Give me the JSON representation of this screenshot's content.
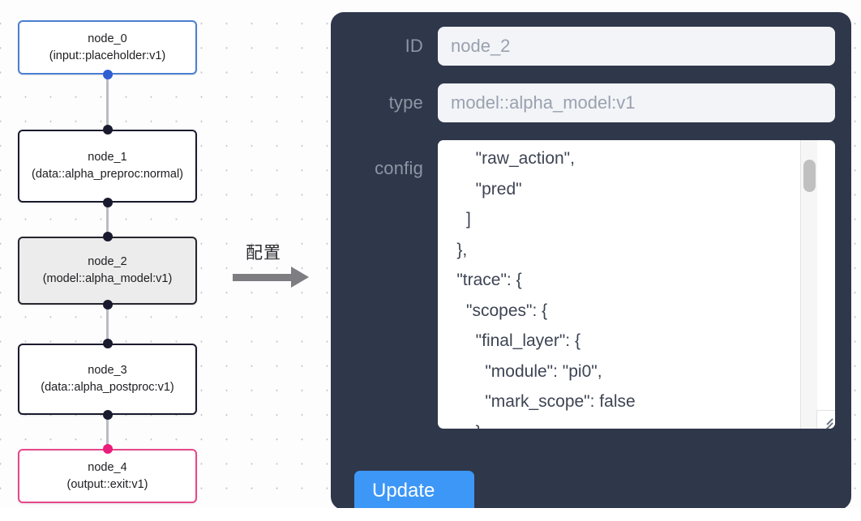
{
  "canvas": {
    "background_color": "#fdfdfe",
    "dot_color": "#c9cbd1"
  },
  "graph": {
    "nodes": [
      {
        "id": "node_0",
        "title": "node_0",
        "subtitle": "(input::placeholder:v1)",
        "kind": "input",
        "border_color": "#4b7fd1",
        "fill_color": "#ffffff",
        "port_color": "#2f5fd0",
        "selected": false
      },
      {
        "id": "node_1",
        "title": "node_1",
        "subtitle": "(data::alpha_preproc:normal)",
        "kind": "data",
        "border_color": "#1a1a2e",
        "fill_color": "#ffffff",
        "port_color": "#1a1a2e",
        "selected": false
      },
      {
        "id": "node_2",
        "title": "node_2",
        "subtitle": "(model::alpha_model:v1)",
        "kind": "model",
        "border_color": "#26262e",
        "fill_color": "#ececec",
        "port_color": "#1a1a2e",
        "selected": true
      },
      {
        "id": "node_3",
        "title": "node_3",
        "subtitle": "(data::alpha_postproc:v1)",
        "kind": "data",
        "border_color": "#1a1a2e",
        "fill_color": "#ffffff",
        "port_color": "#1a1a2e",
        "selected": false
      },
      {
        "id": "node_4",
        "title": "node_4",
        "subtitle": "(output::exit:v1)",
        "kind": "output",
        "border_color": "#e6478b",
        "fill_color": "#ffffff",
        "port_color": "#ec1c7b",
        "selected": false
      }
    ],
    "edges": [
      {
        "from": "node_0",
        "to": "node_1"
      },
      {
        "from": "node_1",
        "to": "node_2"
      },
      {
        "from": "node_2",
        "to": "node_3"
      },
      {
        "from": "node_3",
        "to": "node_4"
      }
    ]
  },
  "annotation": {
    "caption": "配置",
    "arrow_color": "#7d7d82"
  },
  "panel": {
    "background_color": "#2f374b",
    "accent_color": "#3d97f7",
    "fields": {
      "id": {
        "label": "ID",
        "value": "node_2",
        "placeholder": "node_2"
      },
      "type": {
        "label": "type",
        "value": "model::alpha_model:v1",
        "placeholder": "model::alpha_model:v1"
      },
      "config": {
        "label": "config",
        "value": "        \"raw_action\",\n        \"pred\"\n      ]\n    },\n    \"trace\": {\n      \"scopes\": {\n        \"final_layer\": {\n          \"module\": \"pi0\",\n          \"mark_scope\": false\n        },\n        \"action_model\": {"
      }
    },
    "update_button": {
      "label": "Update"
    },
    "scrollbar": {
      "thumb_color": "#c0c0c0",
      "track_color": "#f6f6f6"
    }
  }
}
